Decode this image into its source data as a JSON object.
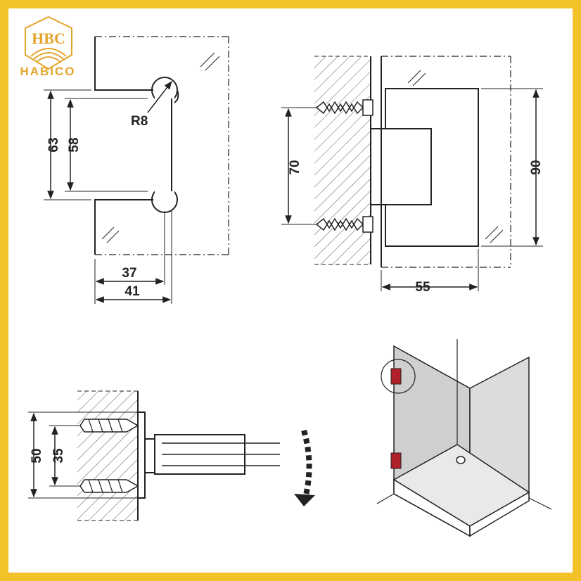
{
  "brand": {
    "name": "HABICO",
    "monogram": "HBC",
    "accent_color": "#f3c12a",
    "logo_color": "#e3a52c"
  },
  "view_top_left": {
    "radius_label": "R8",
    "dims": [
      "63",
      "58",
      "37",
      "41"
    ]
  },
  "view_top_right": {
    "dims": [
      "70",
      "90",
      "55"
    ]
  },
  "view_bottom_left": {
    "dims": [
      "50",
      "35"
    ],
    "arrow_icon": "curved-rotation-arrow-icon"
  },
  "view_bottom_right": {
    "hinge_color": "#b0202a",
    "scene": "shower-enclosure-icon"
  }
}
